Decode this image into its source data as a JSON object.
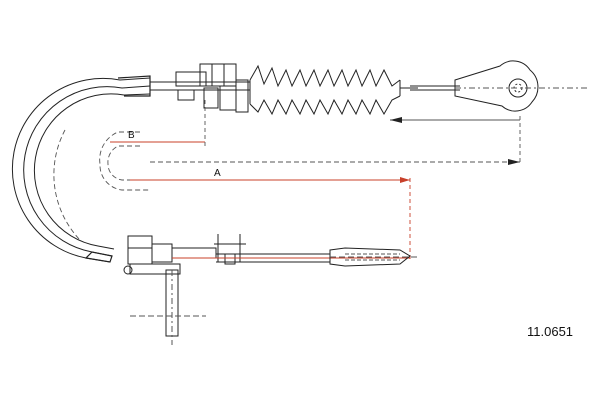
{
  "labels": {
    "dim_a": "A",
    "dim_b": "B"
  },
  "part_number": "11.0651",
  "colors": {
    "line": "#222222",
    "dimension_red": "#c8402a",
    "dash": "#555555",
    "background": "#ffffff"
  }
}
